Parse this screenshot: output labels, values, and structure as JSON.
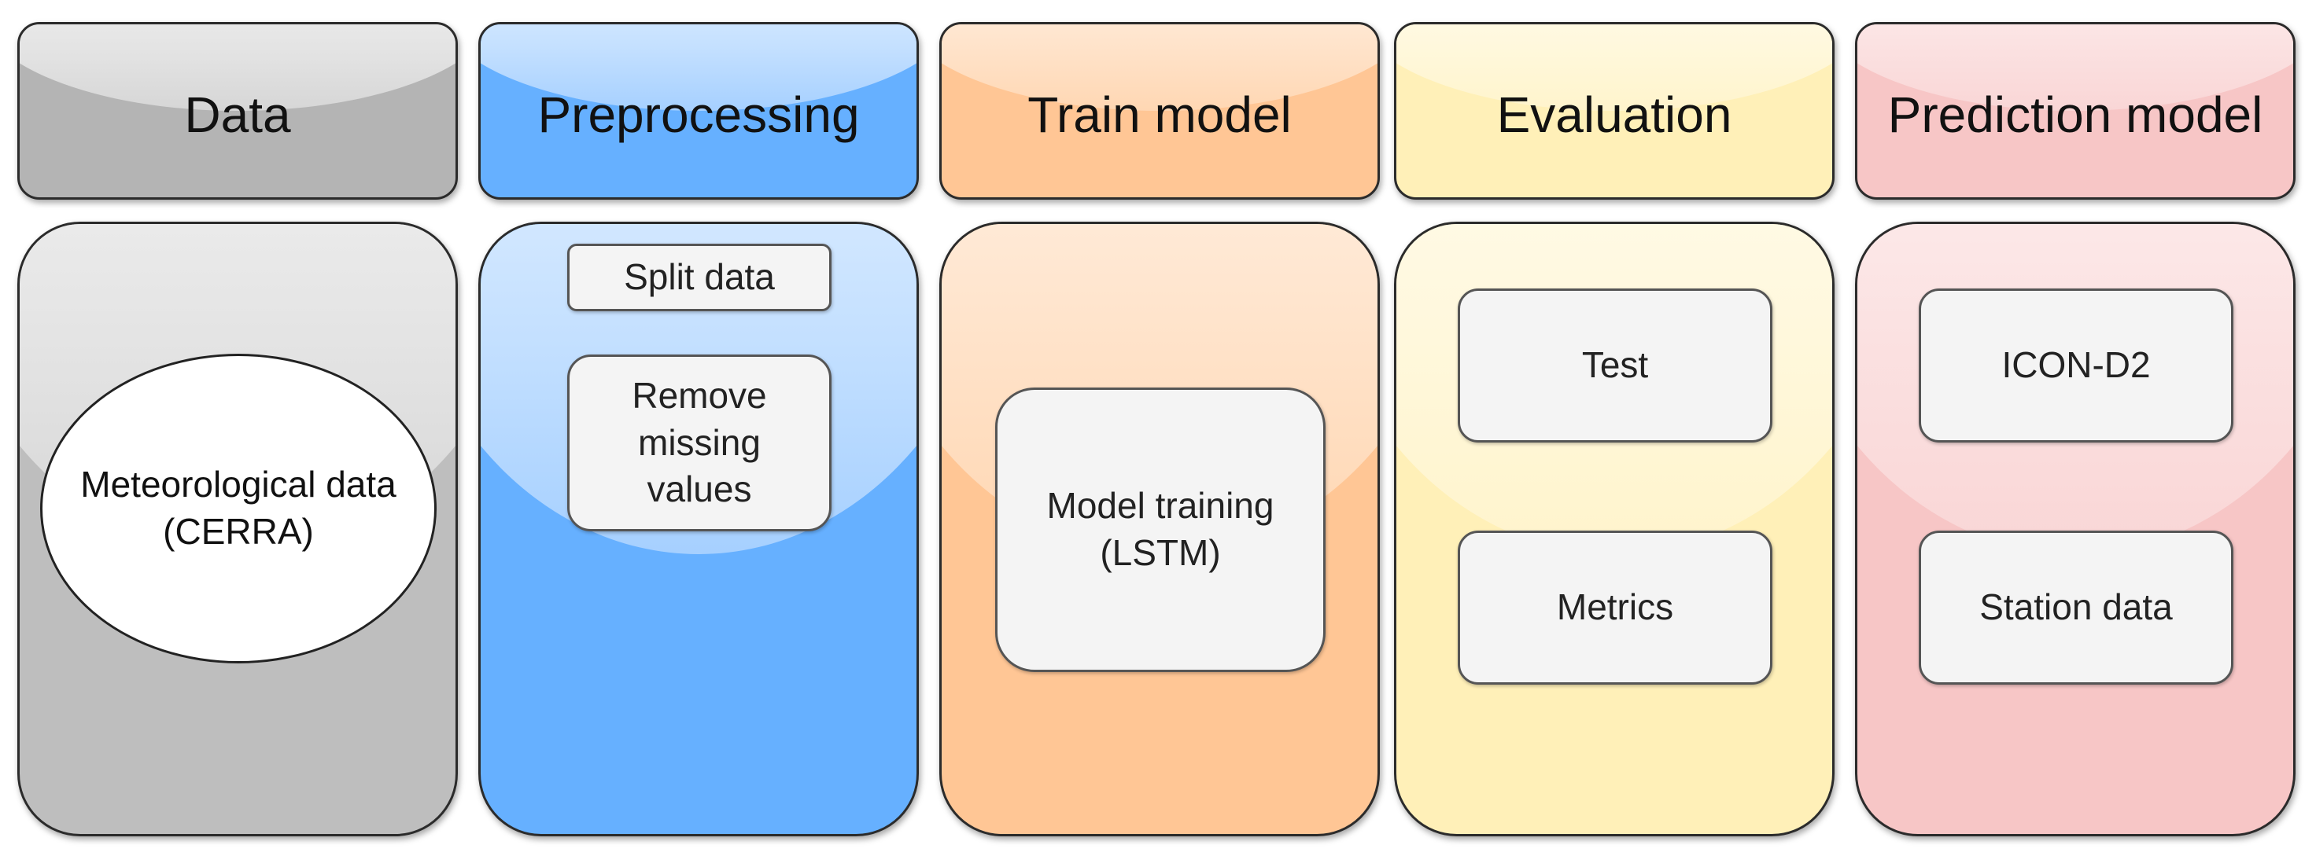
{
  "columns": [
    {
      "header": "Data",
      "color": "#bebebe"
    },
    {
      "header": "Preprocessing",
      "color": "#66b0ff"
    },
    {
      "header": "Train model",
      "color": "#ffc695"
    },
    {
      "header": "Evaluation",
      "color": "#fff0b8"
    },
    {
      "header": "Prediction model",
      "color": "#f7c6c6"
    }
  ],
  "nodes": {
    "meteorological": "Meteorological data\n(CERRA)",
    "split": "Split data",
    "remove_missing": "Remove\nmissing\nvalues",
    "model_training": "Model training\n(LSTM)",
    "test": "Test",
    "metrics": "Metrics",
    "icon_d2": "ICON-D2",
    "station": "Station data"
  }
}
